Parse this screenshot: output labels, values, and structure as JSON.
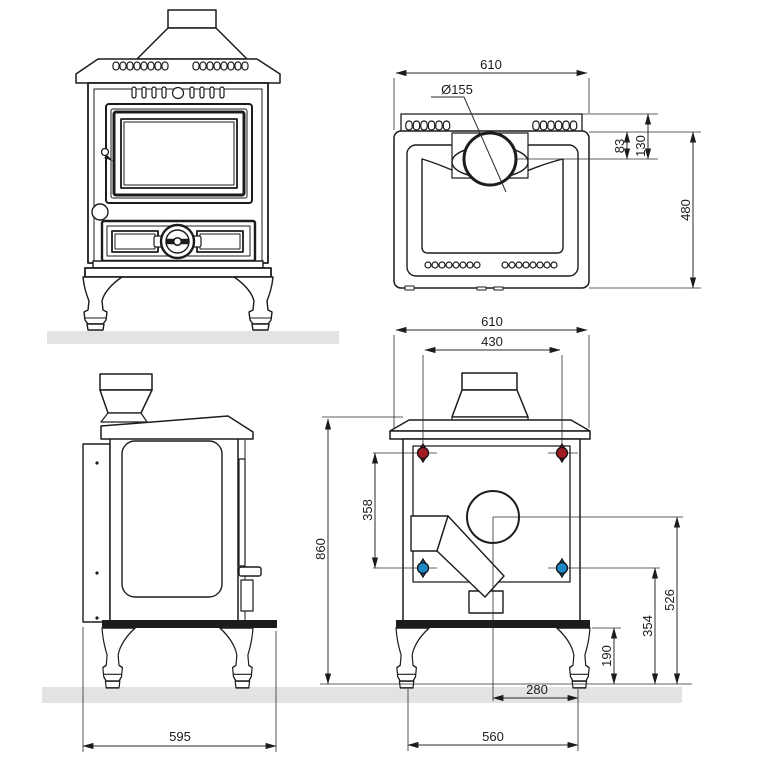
{
  "dims": {
    "top_width": "610",
    "flue_diameter": "Ø155",
    "flue_offset_top": "83",
    "flue_offset_back": "130",
    "top_depth": "480",
    "rear_width": "610",
    "tappings_width": "430",
    "tappings_height": "358",
    "overall_height": "860",
    "flue_center_height": "526",
    "return_height": "354",
    "underbody_clearance": "190",
    "leg_offset": "280",
    "leg_span": "560",
    "side_depth": "595"
  },
  "colors": {
    "line": "#1c1c1c",
    "hot_tapping": "#a11d22",
    "cold_tapping": "#1e87c6",
    "ground": "#e3e3e3",
    "background": "#ffffff"
  }
}
